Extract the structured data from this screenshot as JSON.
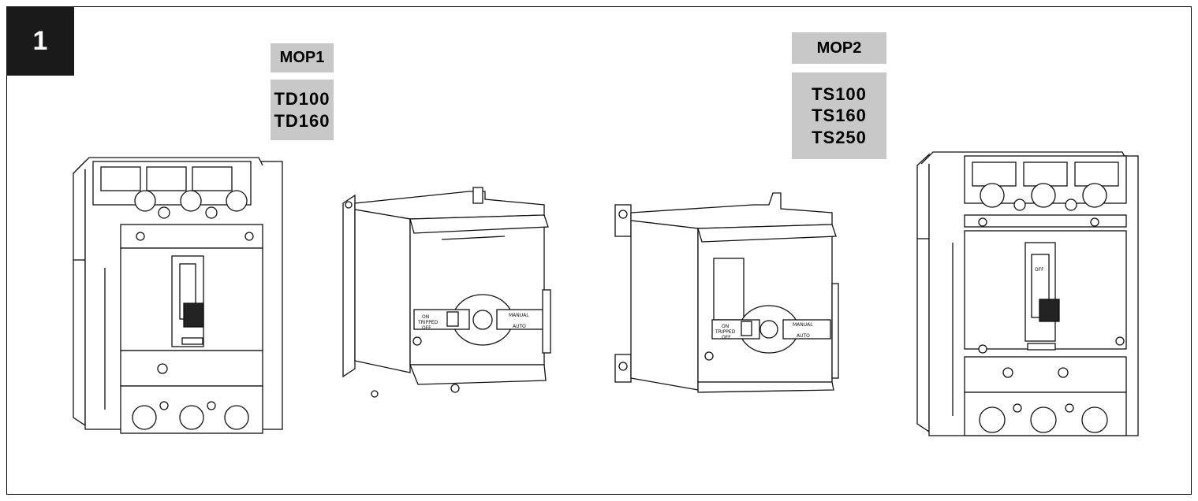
{
  "step": {
    "number": "1"
  },
  "mop1": {
    "title": "MOP1",
    "models": [
      "TD100",
      "TD160"
    ]
  },
  "mop2": {
    "title": "MOP2",
    "models": [
      "TS100",
      "TS160",
      "TS250"
    ]
  },
  "colors": {
    "label_bg": "#c8c8c8",
    "step_bg": "#1a1a1a",
    "line": "#111111"
  }
}
